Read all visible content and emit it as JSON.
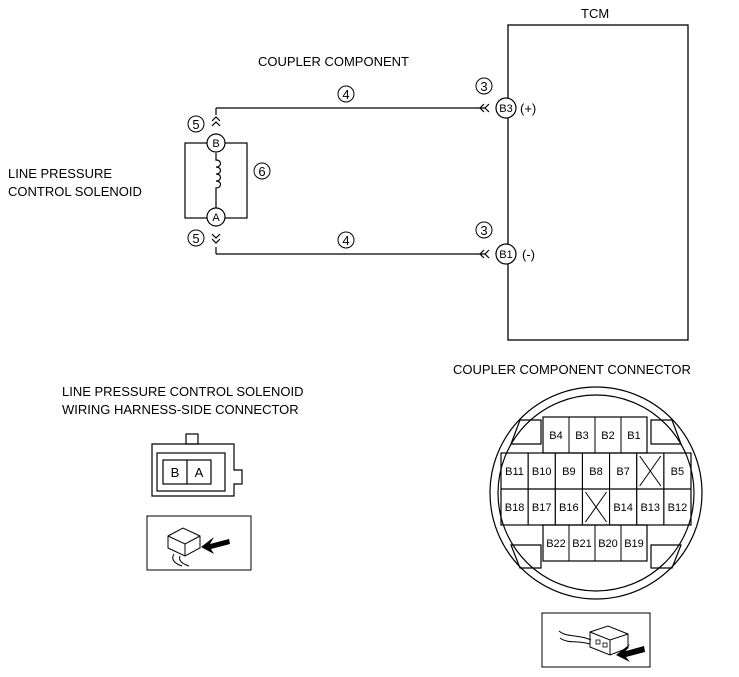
{
  "labels": {
    "tcm": "TCM",
    "coupler_component": "COUPLER COMPONENT",
    "solenoid_line1": "LINE PRESSURE",
    "solenoid_line2": "CONTROL SOLENOID",
    "coupler_connector_title": "COUPLER COMPONENT CONNECTOR",
    "harness_line1": "LINE PRESSURE CONTROL SOLENOID",
    "harness_line2": "WIRING HARNESS-SIDE CONNECTOR"
  },
  "callouts": {
    "c3": "3",
    "c4": "4",
    "c5": "5",
    "c6": "6"
  },
  "terminals": {
    "tcm_pos_pin": "B3",
    "tcm_pos_polarity": "(+)",
    "tcm_neg_pin": "B1",
    "tcm_neg_polarity": "(-)",
    "sol_b": "B",
    "sol_a": "A"
  },
  "harness_connector": {
    "pins": [
      "B",
      "A"
    ]
  },
  "coupler_connector": {
    "row1": [
      "B4",
      "B3",
      "B2",
      "B1"
    ],
    "row2": [
      "B11",
      "B10",
      "B9",
      "B8",
      "B7",
      "",
      "B5"
    ],
    "row3": [
      "B18",
      "B17",
      "B16",
      "",
      "B14",
      "B13",
      "B12"
    ],
    "row4": [
      "B22",
      "B21",
      "B20",
      "B19"
    ]
  }
}
